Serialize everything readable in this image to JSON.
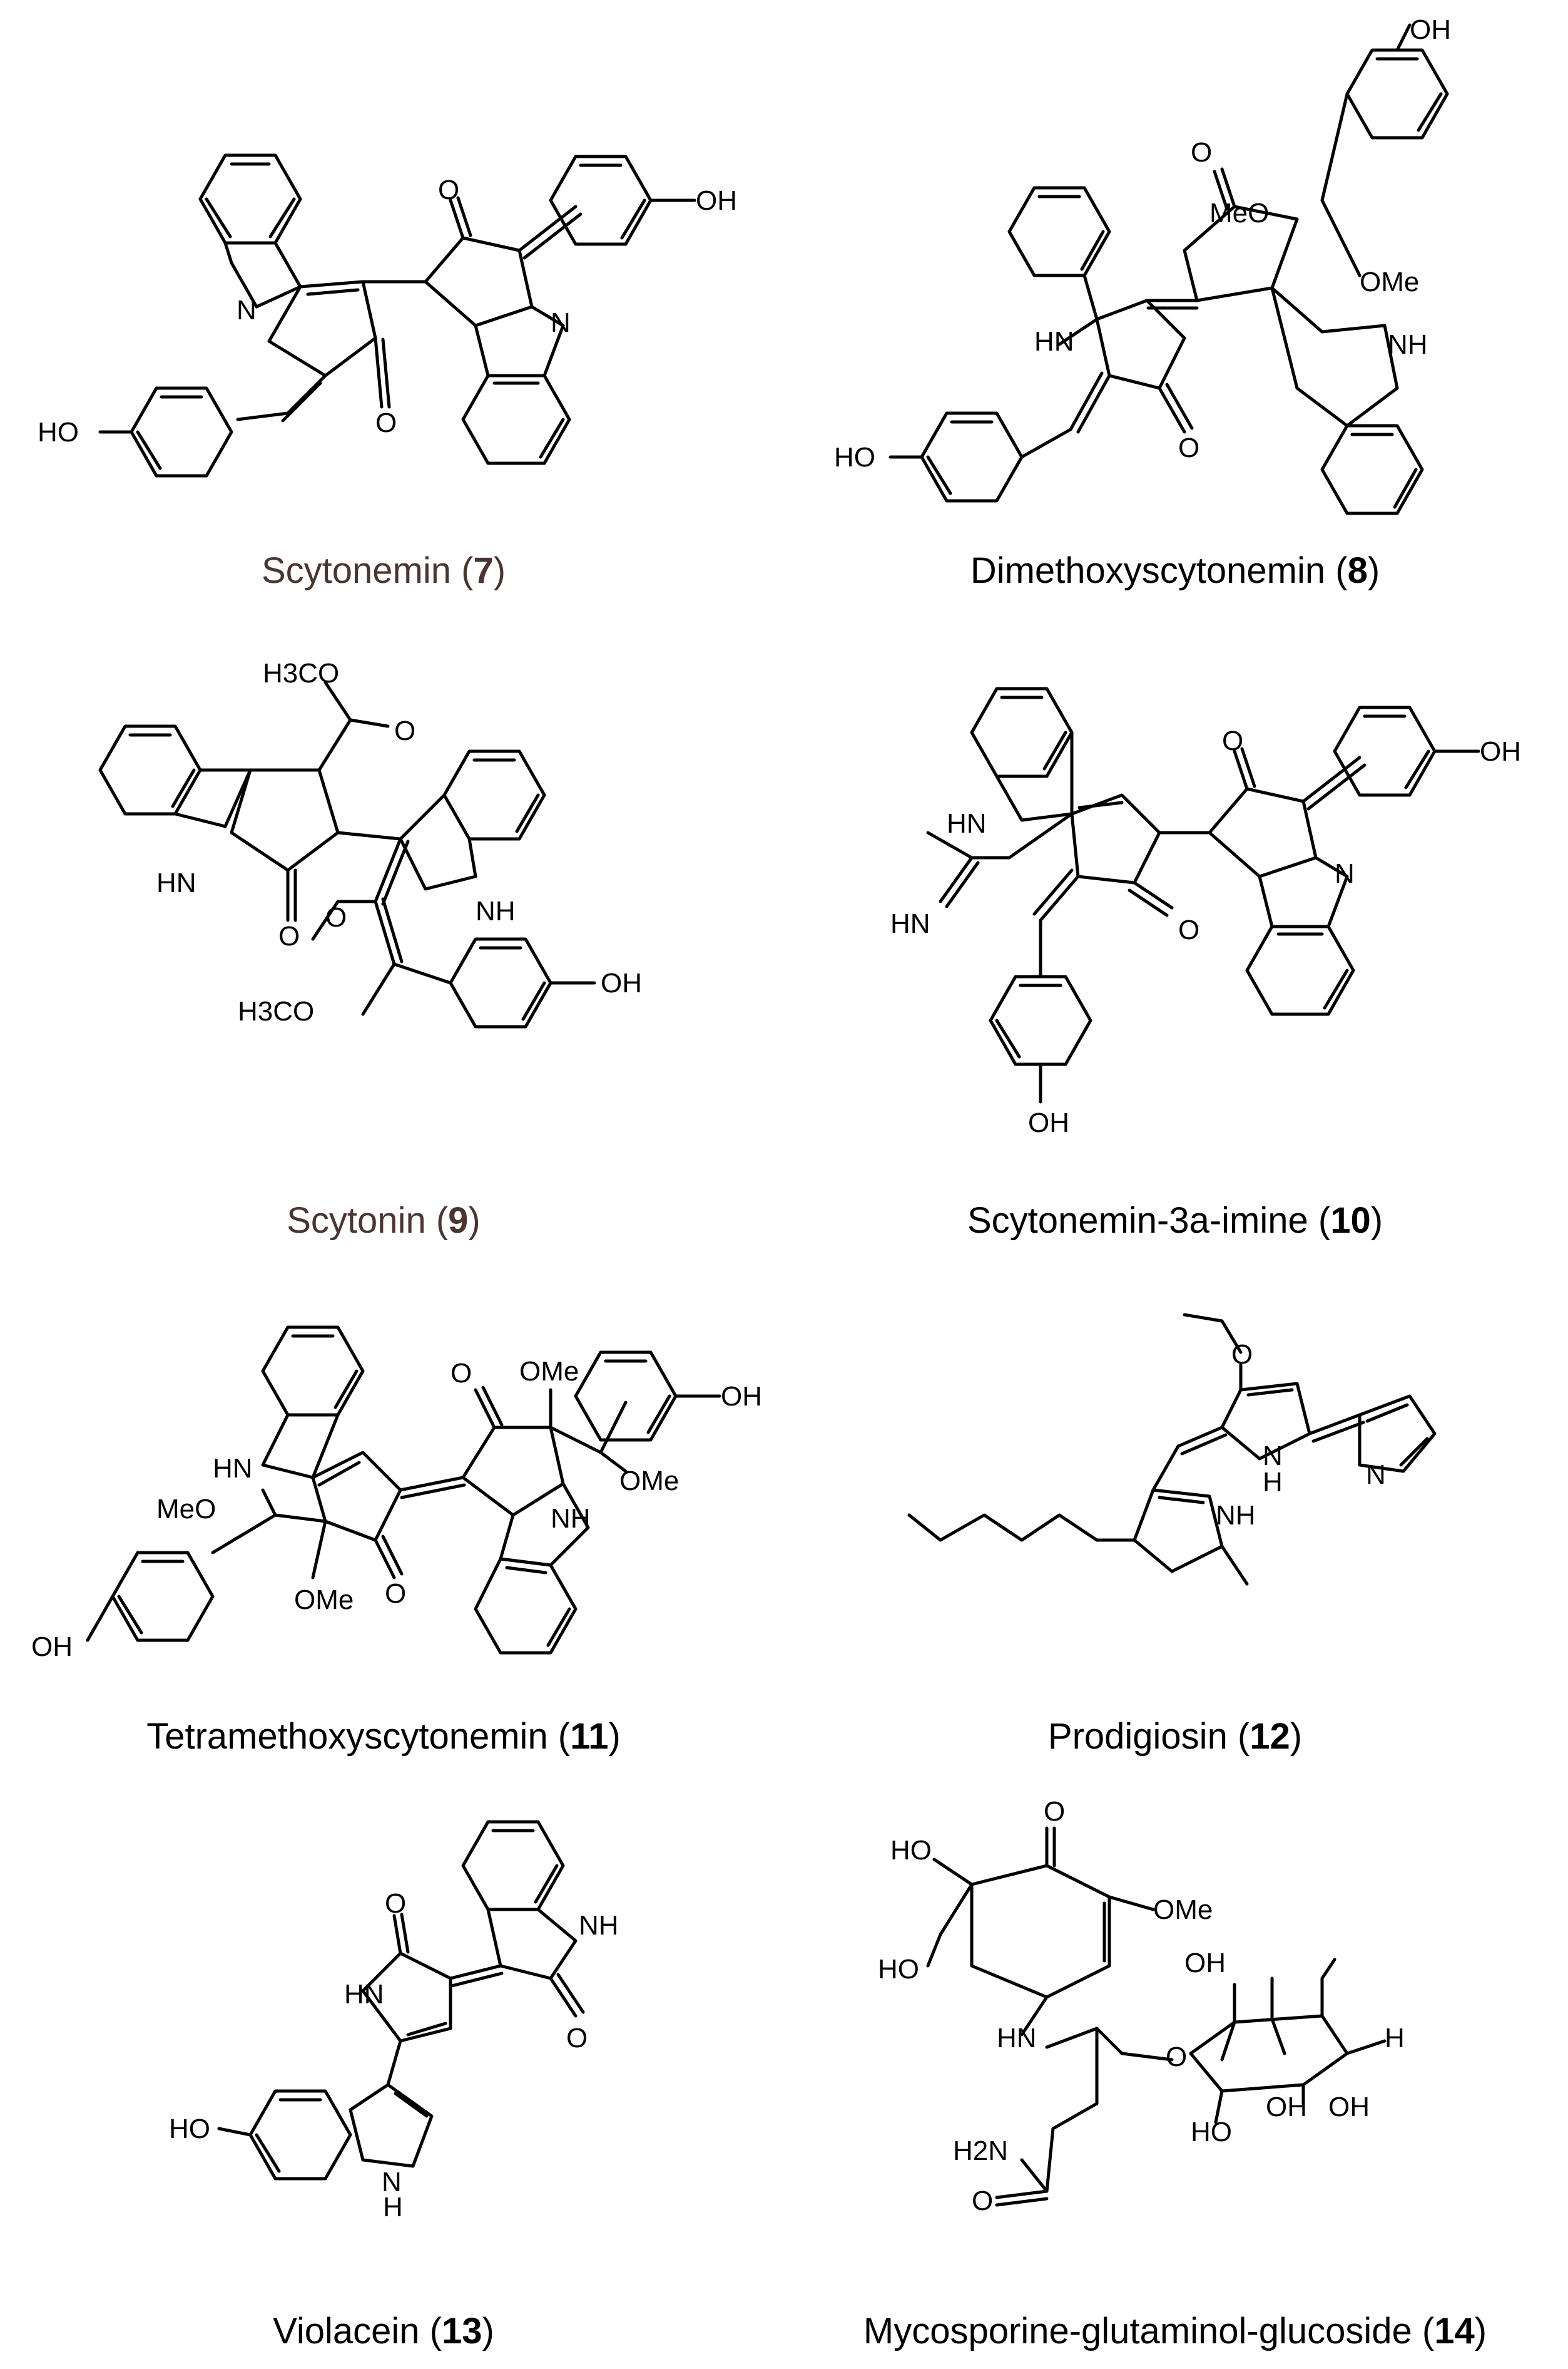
{
  "compounds": [
    {
      "name": "Scytonemin",
      "number": "7",
      "labels": {
        "n1": "N",
        "n2": "N",
        "o1": "O",
        "o2": "O",
        "oh1": "OH",
        "oh2": "HO"
      }
    },
    {
      "name": "Dimethoxyscytonemin",
      "number": "8",
      "labels": {
        "oh_top": "OH",
        "meo": "MeO",
        "o1": "O",
        "ome": "OMe",
        "hn": "HN",
        "nh": "NH",
        "ho": "HO",
        "o2": "O"
      }
    },
    {
      "name": "Scytonin",
      "number": "9",
      "labels": {
        "h3co1": "H3CO",
        "o1": "O",
        "hn": "HN",
        "nh": "NH",
        "o2": "O",
        "o3": "O",
        "h3co2": "H3CO",
        "oh": "OH"
      }
    },
    {
      "name": "Scytonemin-3a-imine",
      "number": "10",
      "labels": {
        "o1": "O",
        "oh1": "OH",
        "hn": "HN",
        "n": "N",
        "hn2": "HN",
        "o2": "O",
        "oh2": "OH"
      }
    },
    {
      "name": "Tetramethoxyscytonemin",
      "number": "11",
      "labels": {
        "o1": "O",
        "ome1": "OMe",
        "oh1": "OH",
        "ome2": "OMe",
        "hn": "HN",
        "nh": "NH",
        "meo": "MeO",
        "ome3": "OMe",
        "o2": "O",
        "oh2": "OH"
      }
    },
    {
      "name": "Prodigiosin",
      "number": "12",
      "labels": {
        "o": "O",
        "nh1": "N",
        "h1": "H",
        "n": "N",
        "nh2": "NH"
      }
    },
    {
      "name": "Violacein",
      "number": "13",
      "labels": {
        "o1": "O",
        "nh": "NH",
        "hn": "HN",
        "o2": "O",
        "ho": "HO",
        "n": "N",
        "h": "H"
      }
    },
    {
      "name": "Mycosporine-glutaminol-glucoside",
      "number": "14",
      "labels": {
        "ho1": "HO",
        "o1": "O",
        "oh1": "OH",
        "ome": "OMe",
        "ho2": "HO",
        "hn": "HN",
        "o2": "O",
        "h2n": "H2N",
        "o3": "O",
        "ho3": "HO",
        "oh2": "OH",
        "oh3": "OH",
        "h": "H"
      }
    }
  ],
  "caption_colors": {
    "brown": "#4a3530",
    "black": "#000000"
  }
}
